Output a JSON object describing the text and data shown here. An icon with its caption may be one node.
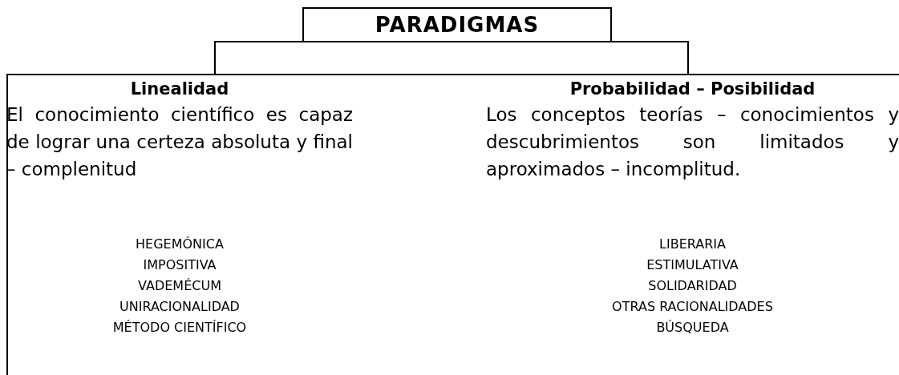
{
  "diagram": {
    "nodes": [
      {
        "text": [
          "PARADIGMAS"
        ]
      },
      {
        "text": [],
        "shape": "box"
      },
      {
        "text": [
          "Linealidad",
          "El conocimiento científico es capaz de lograr una certeza absoluta y final – complenitud",
          "HEGEMÓNICA",
          "IMPOSITIVA",
          "VADEMÉCUM",
          "UNIRACIONALIDAD",
          "MÉTODO CIENTÍFICO"
        ],
        "in": 1
      },
      {
        "text": [
          "Probabilidad – Posibilidad",
          "Los conceptos teorías – conocimientos y descubrimientos son limitados y aproximados – incomplitud.",
          "LIBERARIA",
          "ESTIMULATIVA",
          "SOLIDARIDAD",
          "OTRAS RACIONALIDADES",
          "BÚSQUEDA"
        ],
        "in": 1
      }
    ],
    "edges": [
      {
        "from": 0,
        "to": 2,
        "arrow": "none"
      },
      {
        "from": 0,
        "to": 3,
        "arrow": "none"
      }
    ]
  }
}
